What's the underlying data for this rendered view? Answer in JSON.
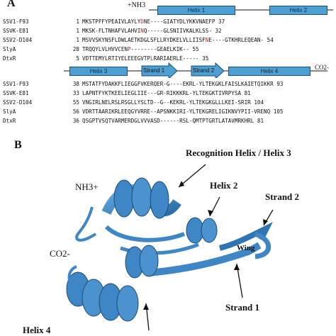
{
  "panel_a_label": "A",
  "panel_b_label": "B",
  "top_schematic": {
    "nterm_label": "+NH3",
    "helix1_label": "Helix 1",
    "helix2_label": "Helix 2"
  },
  "bottom_schematic": {
    "helix3_label": "Helix 3",
    "strand1_label": "Strand 1",
    "strand2_label": "Strand 2",
    "helix4_label": "Helix 4",
    "cterm_label": "CO2-"
  },
  "alignment_block1": [
    {
      "name": "SSV1-F93",
      "start": "1",
      "pre": "MKSTPFFYPEAIVLAYLY",
      "r1": "D",
      "mid1": "NE",
      "r2": "",
      "mid2": "----GIATYDLYKKVNAEFP",
      "end": "37"
    },
    {
      "name": "SSVK-E81",
      "start": "1",
      "pre": "MKSK-FLTNHAFVLAHVI",
      "r1": "N",
      "mid1": "Q-",
      "r2": "",
      "mid2": "----GLSNIIVKALKLSS-",
      "end": "32"
    },
    {
      "name": "SSV2-D104",
      "start": "1",
      "pre": "MSVVSKYNSFLDWLAETKDGLSFLLRYDKELVLLIISF",
      "r1": "N",
      "mid1": "E",
      "r2": "",
      "mid2": "----GTKHRLEQEAN-",
      "end": "54"
    },
    {
      "name": "SlyA",
      "start": "28",
      "pre": "TRQQYLVLHVVCEN",
      "r1": "P",
      "mid1": "",
      "r2": "",
      "mid2": "--------GEAELKIK--",
      "end": "55"
    },
    {
      "name": "DtxR",
      "start": "5",
      "pre": "VDTTEMYLRTIYELEEEGVTP",
      "r1": "L",
      "mid1": "",
      "r2": "",
      "mid2": "RARIAERLE-----",
      "end": "35"
    }
  ],
  "alignment_block2": [
    {
      "name": "SSV1-F93",
      "start": "38",
      "seq": "MSTATFYDAKKFLIEGGFVKERQER-G----EKRL-YLTEKGKLFAISLKAIETQIKKR",
      "end": "93"
    },
    {
      "name": "SSVK-E81",
      "start": "33",
      "seq": "LAPNTFYKTKEELIEGLIIE---GR-RIKKKRL-YLTEKGKTIVRPYSA",
      "end": "81"
    },
    {
      "name": "SSV2-D104",
      "start": "55",
      "seq": "VNGIRLNELRSLRSGLLYSLTD--G--KEKRL-YLTEKGKGLLLKEI-SRIR",
      "end": "104"
    },
    {
      "name": "SlyA",
      "start": "56",
      "seq": "VDRTTAARIKRLEEQGYVRRE--APSNKKIRI-YLTEKGRELIGIKNVYPII-VRENQ",
      "end": "105"
    },
    {
      "name": "DtxR",
      "start": "36",
      "seq": "QSGPTVSQTVARMERDGLVVVASD------RSL-QMTPTGRTLATAVMRKHRL",
      "end": "81"
    }
  ],
  "structure_labels": {
    "recognition_helix": "Recognition Helix / Helix 3",
    "helix2": "Helix 2",
    "strand2": "Strand 2",
    "wing": "Wing",
    "strand1": "Strand 1",
    "nterm": "NH3+",
    "cterm": "CO2-",
    "helix4": "Helix 4"
  },
  "colors": {
    "ribbon": "#3f86c6",
    "schematic_fill": "#4e9fd4",
    "conserved_red": "#c0281e"
  }
}
